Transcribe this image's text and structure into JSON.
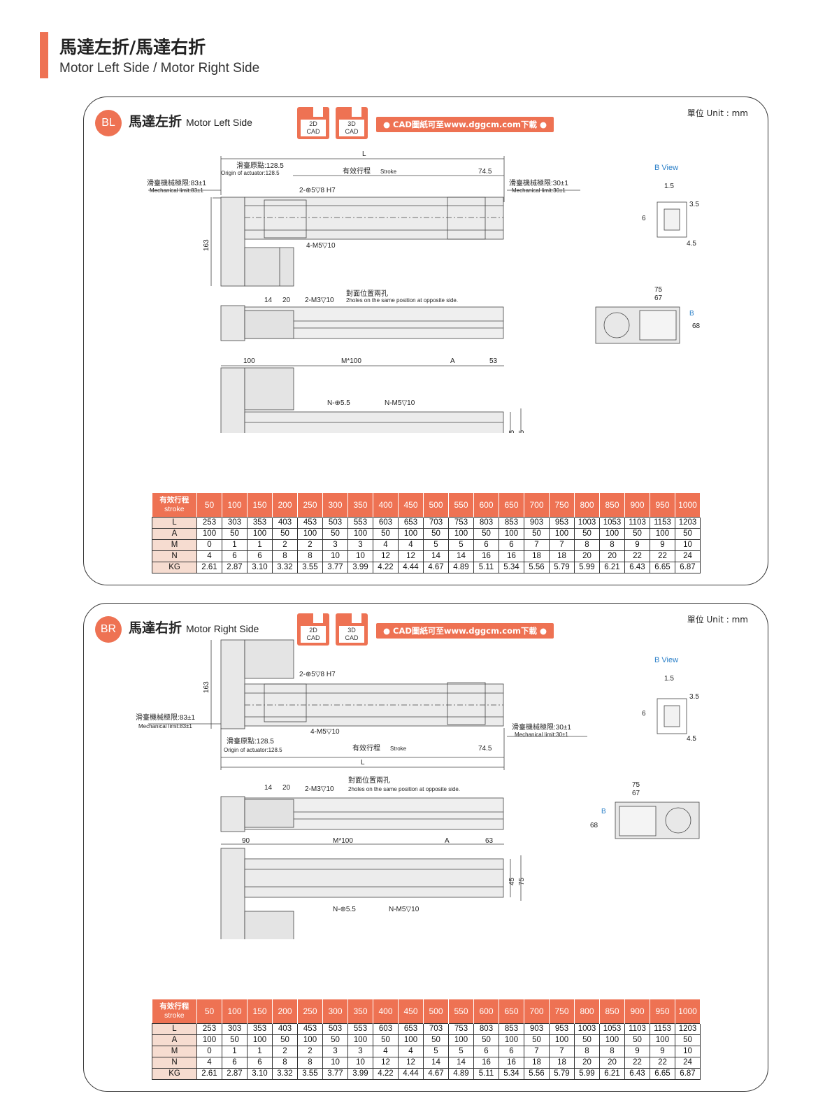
{
  "header": {
    "title": "馬達左折/馬達右折",
    "subtitle": "Motor Left Side / Motor Right Side"
  },
  "common": {
    "unit": "單位 Unit : mm",
    "cad2d": [
      "2D",
      "CAD"
    ],
    "cad3d": [
      "3D",
      "CAD"
    ],
    "cad_link": "● CAD圖紙可至www.dggcm.com下載 ●",
    "bview": "B  View",
    "labels": {
      "L": "L",
      "origin_zh": "滑臺原點:128.5",
      "origin_en": "Origin of actuator:128.5",
      "stroke_zh": "有效行程",
      "stroke_en": "Stroke",
      "d745": "74.5",
      "mech83_zh": "滑臺機械極限:83±1",
      "mech83_en": "Mechanical limit:83±1",
      "mech30_zh": "滑臺機械極限:30±1",
      "mech30_en": "Mechanical limit:30±1",
      "pin": "2-⊕5▽8 H7",
      "m5": "4-M5▽10",
      "d163": "163",
      "d14": "14",
      "d20": "20",
      "m3": "2-M3▽10",
      "opp_zh": "對面位置兩孔",
      "opp_en": "2holes on the same position at opposite side.",
      "d100": "100",
      "m100": "M*100",
      "A": "A",
      "d53": "53",
      "d90": "90",
      "d63": "63",
      "n55": "N-⊕5.5",
      "nm5": "N-M5▽10",
      "d45": "45",
      "d75": "75",
      "d15": "1.5",
      "d35": "3.5",
      "d6": "6",
      "d4_5": "4.5",
      "d67": "67",
      "d68": "68",
      "B": "B"
    }
  },
  "bl": {
    "badge": "BL",
    "title_zh": "馬達左折",
    "title_en": "Motor Left Side"
  },
  "br": {
    "badge": "BR",
    "title_zh": "馬達右折",
    "title_en": "Motor Right Side"
  },
  "table": {
    "head_zh": "有效行程",
    "head_en": "stroke",
    "strokes": [
      "50",
      "100",
      "150",
      "200",
      "250",
      "300",
      "350",
      "400",
      "450",
      "500",
      "550",
      "600",
      "650",
      "700",
      "750",
      "800",
      "850",
      "900",
      "950",
      "1000"
    ],
    "rows": [
      {
        "name": "L",
        "values": [
          "253",
          "303",
          "353",
          "403",
          "453",
          "503",
          "553",
          "603",
          "653",
          "703",
          "753",
          "803",
          "853",
          "903",
          "953",
          "1003",
          "1053",
          "1103",
          "1153",
          "1203"
        ]
      },
      {
        "name": "A",
        "values": [
          "100",
          "50",
          "100",
          "50",
          "100",
          "50",
          "100",
          "50",
          "100",
          "50",
          "100",
          "50",
          "100",
          "50",
          "100",
          "50",
          "100",
          "50",
          "100",
          "50"
        ]
      },
      {
        "name": "M",
        "values": [
          "0",
          "1",
          "1",
          "2",
          "2",
          "3",
          "3",
          "4",
          "4",
          "5",
          "5",
          "6",
          "6",
          "7",
          "7",
          "8",
          "8",
          "9",
          "9",
          "10"
        ]
      },
      {
        "name": "N",
        "values": [
          "4",
          "6",
          "6",
          "8",
          "8",
          "10",
          "10",
          "12",
          "12",
          "14",
          "14",
          "16",
          "16",
          "18",
          "18",
          "20",
          "20",
          "22",
          "22",
          "24"
        ]
      },
      {
        "name": "KG",
        "values": [
          "2.61",
          "2.87",
          "3.10",
          "3.32",
          "3.55",
          "3.77",
          "3.99",
          "4.22",
          "4.44",
          "4.67",
          "4.89",
          "5.11",
          "5.34",
          "5.56",
          "5.79",
          "5.99",
          "6.21",
          "6.43",
          "6.65",
          "6.87"
        ]
      }
    ]
  }
}
